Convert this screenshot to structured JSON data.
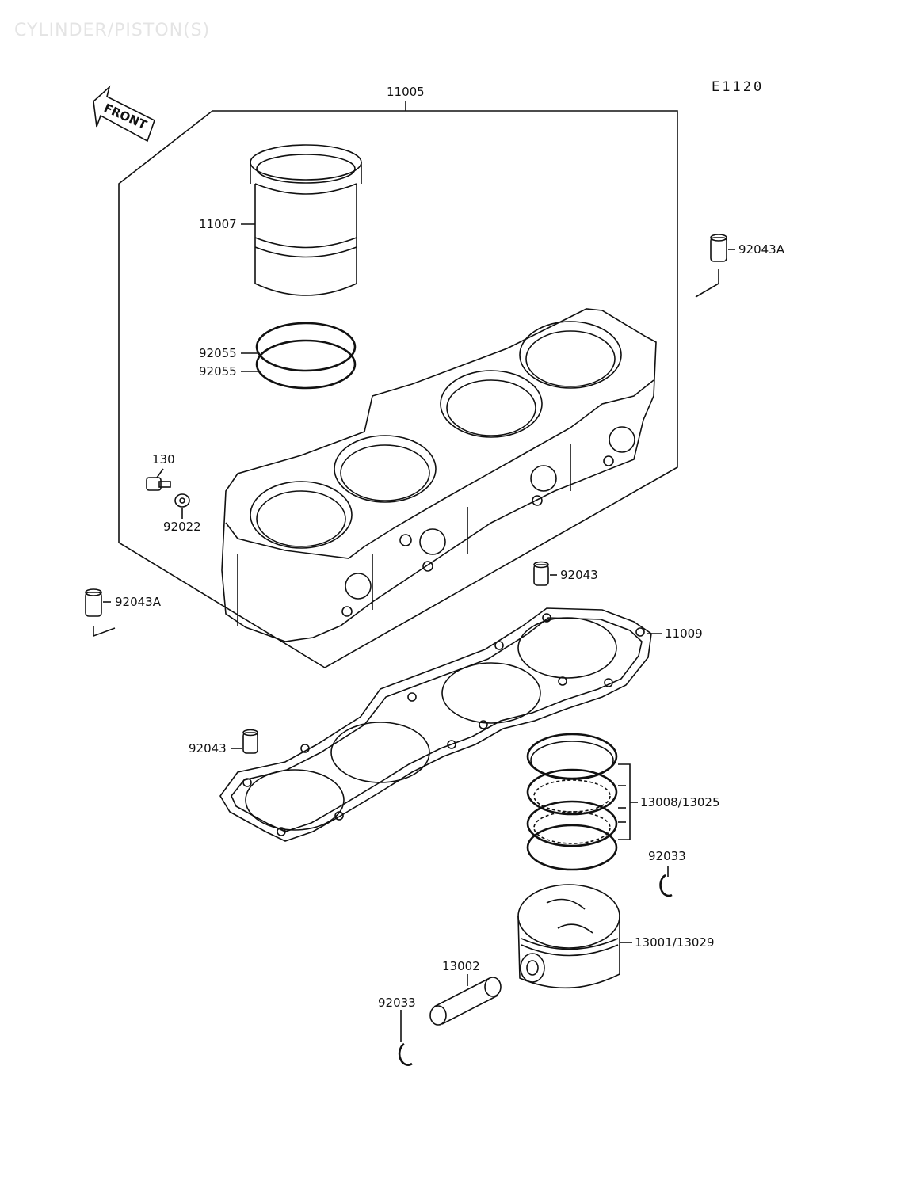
{
  "header": {
    "title": "CYLINDER/PISTON(S)",
    "diagram_code": "E1120",
    "front_label": "FRONT"
  },
  "parts": {
    "cylinder_block": "11005",
    "cylinder_liner": "11007",
    "o_ring_upper": "92055",
    "o_ring_lower": "92055",
    "bolt": "130",
    "washer": "92022",
    "dowel_pin_a_right": "92043A",
    "dowel_pin_a_left": "92043A",
    "dowel_pin_top": "92043",
    "dowel_pin_left": "92043",
    "head_gasket": "11009",
    "piston_ring_set": "13008/13025",
    "circlip_right": "92033",
    "piston": "13001/13029",
    "piston_pin": "13002",
    "circlip_left": "92033"
  }
}
